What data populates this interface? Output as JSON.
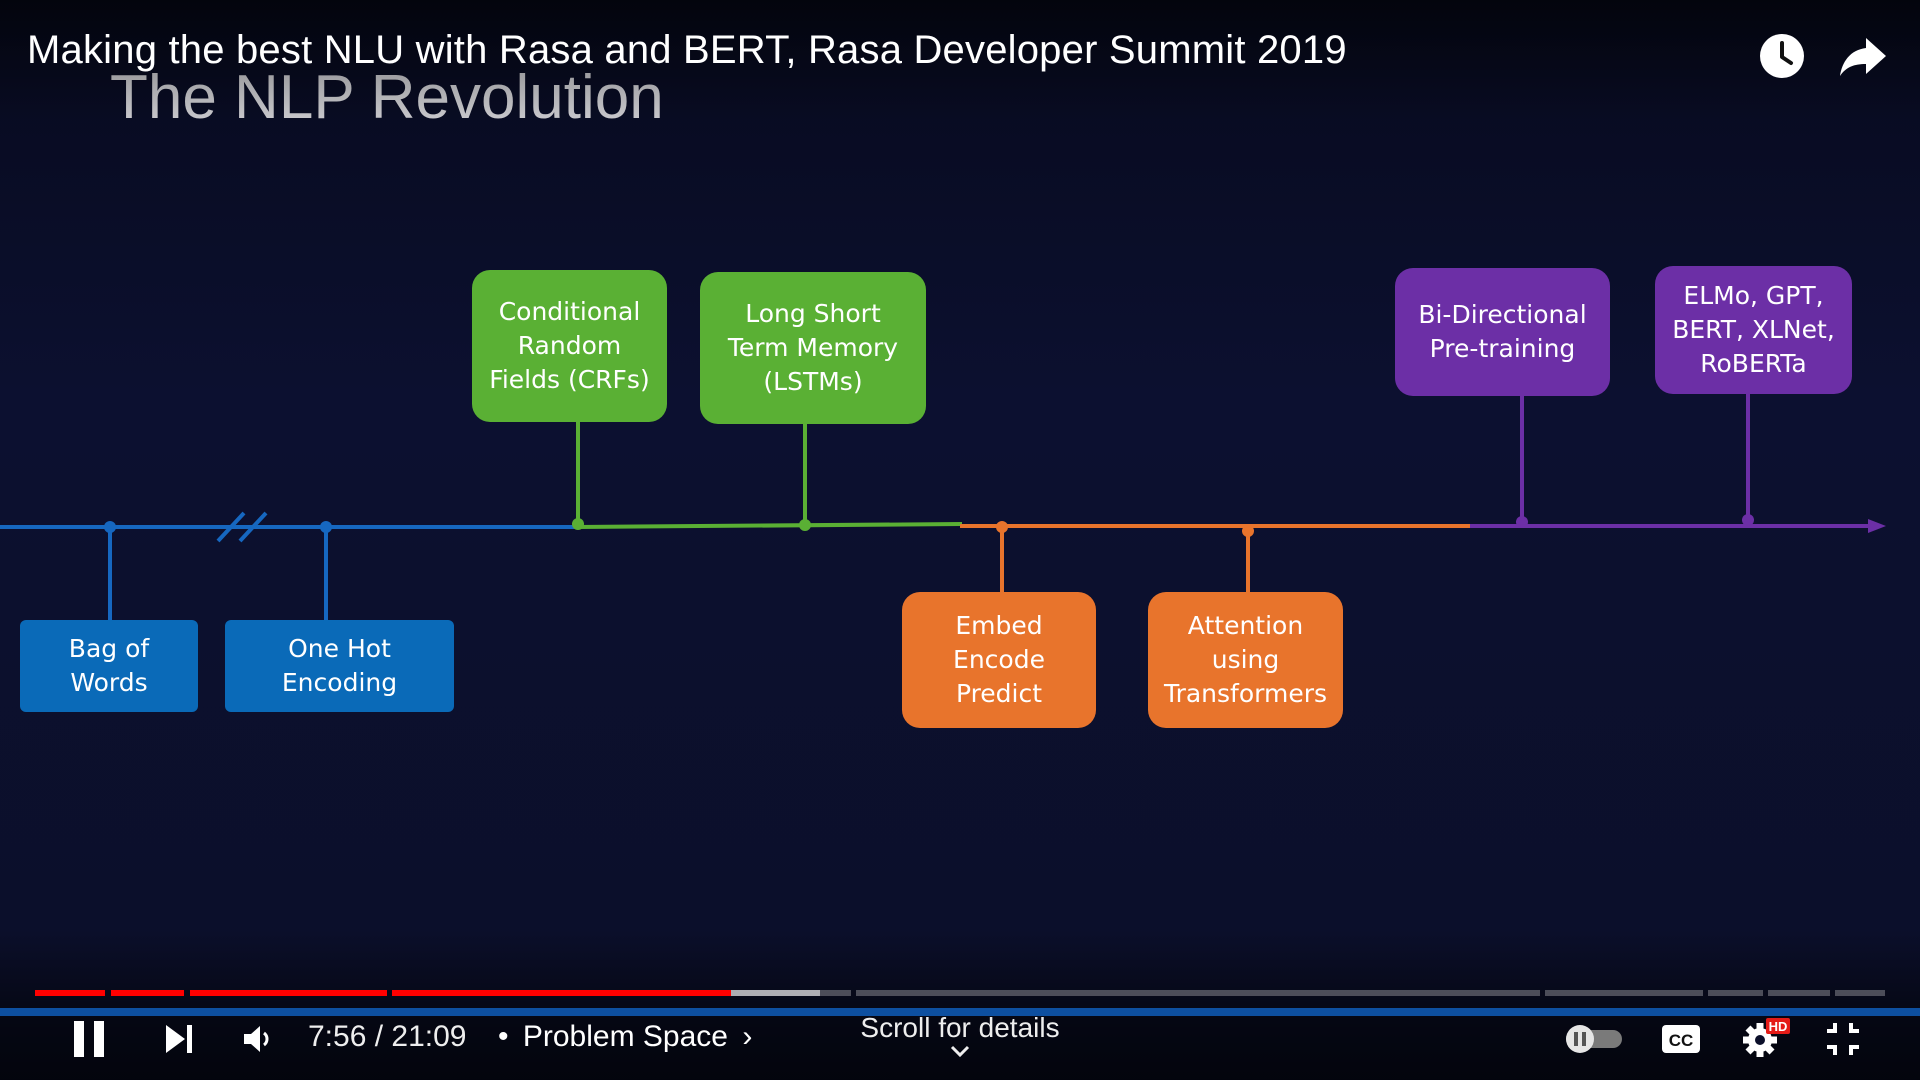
{
  "video": {
    "title": "Making the best NLU with Rasa and BERT, Rasa Developer Summit 2019"
  },
  "slide": {
    "title": "The NLP Revolution",
    "milestones": [
      {
        "label": "Bag of\nWords",
        "color": "#0a6ab8"
      },
      {
        "label": "One Hot\nEncoding",
        "color": "#0a6ab8"
      },
      {
        "label": "Conditional\nRandom\nFields (CRFs)",
        "color": "#5ab034"
      },
      {
        "label": "Long Short\nTerm Memory\n(LSTMs)",
        "color": "#5ab034"
      },
      {
        "label": "Embed\nEncode\nPredict",
        "color": "#e8742c"
      },
      {
        "label": "Attention\nusing\nTransformers",
        "color": "#e8742c"
      },
      {
        "label": "Bi-Directional\nPre-training",
        "color": "#6c2fa6"
      },
      {
        "label": "ELMo, GPT,\nBERT, XLNet,\nRoBERTa",
        "color": "#6c2fa6"
      }
    ]
  },
  "top_actions": {
    "watch_later_icon": "clock-icon",
    "share_icon": "share-arrow-icon"
  },
  "controls": {
    "progress_fraction": 0.376,
    "current_time": "7:56",
    "duration": "21:09",
    "time_display": "7:56 / 21:09",
    "separator": "•",
    "chapter": "Problem Space",
    "chapter_chevron": "›",
    "scroll_hint": "Scroll for details",
    "hd_badge": "HD",
    "cc_label": "CC",
    "icons": {
      "play_pause": "pause-icon",
      "next": "next-icon",
      "volume": "volume-icon",
      "autoplay": "autoplay-toggle-icon",
      "captions": "cc-icon",
      "settings": "gear-icon",
      "fullscreen": "exit-fullscreen-icon"
    },
    "colors": {
      "played": "#ff0000",
      "brand_strip": "#0d4fa0"
    }
  }
}
